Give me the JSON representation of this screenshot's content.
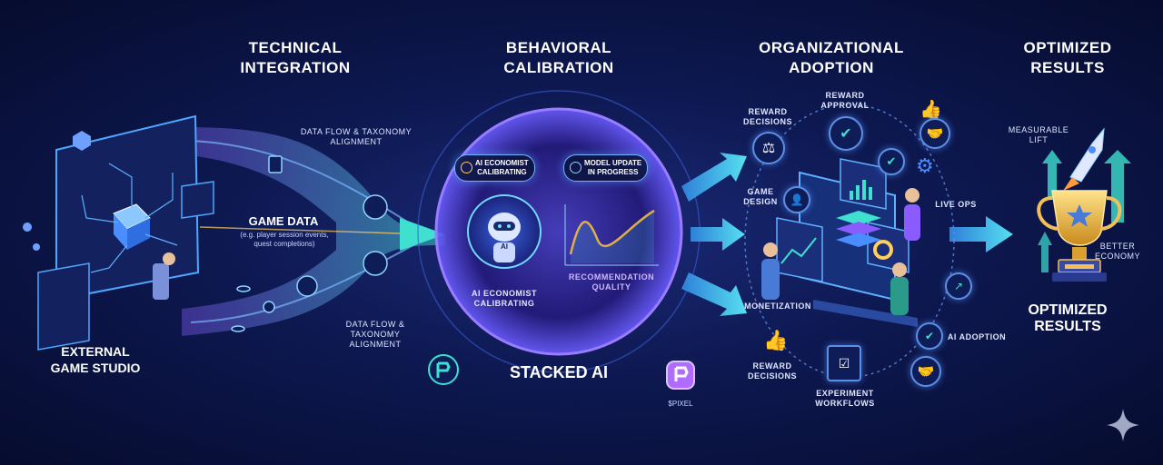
{
  "headers": {
    "technical_integration": "TECHNICAL\nINTEGRATION",
    "behavioral_calibration": "BEHAVIORAL\nCALIBRATION",
    "organizational_adoption": "ORGANIZATIONAL\nADOPTION",
    "optimized_results": "OPTIMIZED\nRESULTS"
  },
  "integration": {
    "studio_label": "EXTERNAL\nGAME STUDIO",
    "game_data_title": "GAME DATA",
    "game_data_sub": "(e.g. player session events,\nquest completions)",
    "flow_label_top": "DATA FLOW & TAXONOMY\nALIGNMENT",
    "flow_label_bottom": "DATA FLOW &\nTAXONOMY\nALIGNMENT"
  },
  "calibration": {
    "pill_left": "AI ECONOMIST\nCALIBRATING",
    "pill_right": "MODEL UPDATE\nIN PROGRESS",
    "robot_badge": "AI",
    "robot_label": "AI ECONOMIST\nCALIBRATING",
    "chart_label": "RECOMMENDATION\nQUALITY",
    "stacked_title": "STACKED AI",
    "token_label": "$PIXEL"
  },
  "adoption": {
    "reward_decisions_top": "REWARD\nDECISIONS",
    "reward_approval": "REWARD\nAPPROVAL",
    "game_design": "GAME\nDESIGN",
    "live_ops": "LIVE OPS",
    "monetization": "MONETIZATION",
    "ai_adoption": "AI ADOPTION",
    "reward_decisions_bottom": "REWARD\nDECISIONS",
    "experiment_workflows": "EXPERIMENT\nWORKFLOWS"
  },
  "results": {
    "measurable_lift": "MEASURABLE\nLIFT",
    "better_economy": "BETTER\nECONOMY",
    "final_title": "OPTIMIZED\nRESULTS"
  },
  "icons": {
    "robot": "robot-icon",
    "trophy": "trophy-icon",
    "rocket": "rocket-icon",
    "scale": "scale-icon",
    "shield": "shield-check-icon",
    "handshake": "handshake-icon",
    "thumbs_up": "thumbs-up-icon"
  },
  "colors": {
    "accent_teal": "#3fe0d0",
    "accent_purple": "#8a5cff",
    "accent_blue": "#4a8dff",
    "accent_gold": "#f2b23a"
  }
}
